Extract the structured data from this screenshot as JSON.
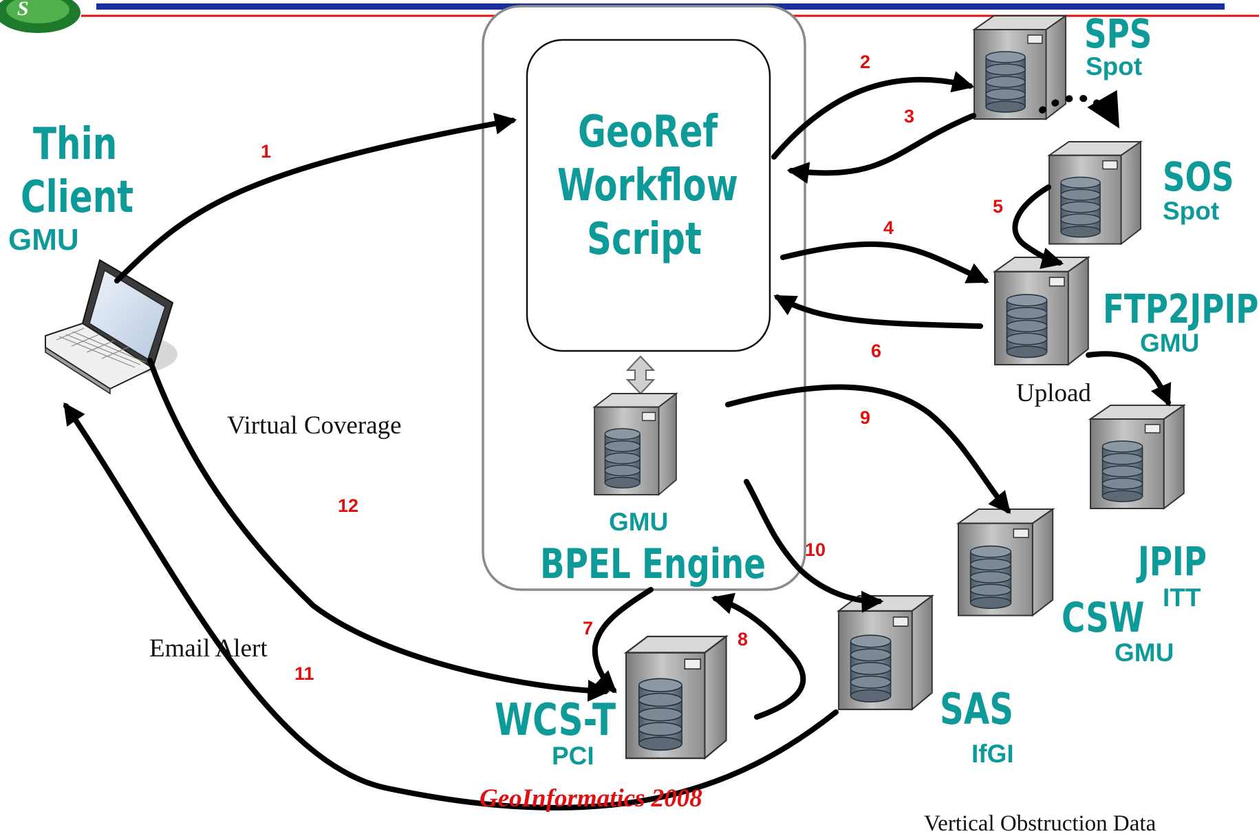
{
  "workflow_box": {
    "title_line1": "GeoRef",
    "title_line2": "Workflow",
    "title_line3": "Script"
  },
  "engine": {
    "org": "GMU",
    "name": "BPEL Engine"
  },
  "client": {
    "line1": "Thin",
    "line2": "Client",
    "org": "GMU"
  },
  "services": {
    "sps": {
      "name": "SPS",
      "org": "Spot"
    },
    "sos": {
      "name": "SOS",
      "org": "Spot"
    },
    "ftp2jpip": {
      "name": "FTP2JPIP",
      "org": "GMU"
    },
    "jpip": {
      "name": "JPIP",
      "org": "ITT"
    },
    "csw": {
      "name": "CSW",
      "org": "GMU"
    },
    "sas": {
      "name": "SAS",
      "org": "IfGI"
    },
    "wcst": {
      "name": "WCS-T",
      "org": "PCI"
    }
  },
  "annotations": {
    "virtual_coverage": "Virtual Coverage",
    "upload": "Upload",
    "email_alert": "Email Alert",
    "vertical_obstruction": "Vertical Obstruction Data"
  },
  "step_numbers": [
    "1",
    "2",
    "3",
    "4",
    "5",
    "6",
    "7",
    "8",
    "9",
    "10",
    "11",
    "12"
  ],
  "footer": "GeoInformatics 2008",
  "colors": {
    "label_teal": "#0f9a9a",
    "step_red": "#e01010",
    "header_blue": "#1a2fa0",
    "header_red": "#e01010"
  }
}
